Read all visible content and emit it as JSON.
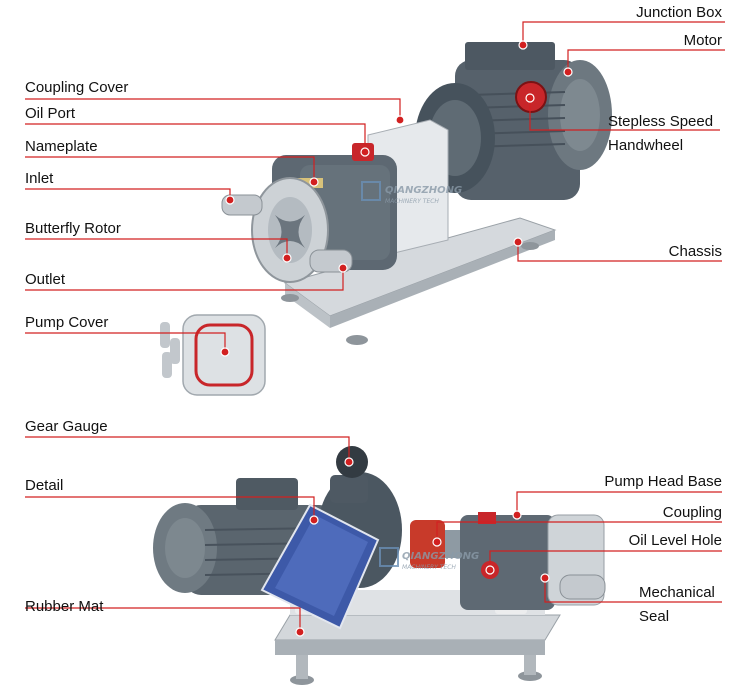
{
  "colors": {
    "leader_line": "#d22020",
    "marker": "#d22020",
    "text": "#111111",
    "motor": "#4a5560",
    "steel": "#c9ced3",
    "pump_body": "#5b6670"
  },
  "labels": {
    "junction_box": "Junction Box",
    "motor": "Motor",
    "coupling_cover": "Coupling Cover",
    "oil_port": "Oil Port",
    "stepless_speed": "Stepless Speed",
    "handwheel": "Handwheel",
    "nameplate": "Nameplate",
    "inlet": "Inlet",
    "butterfly_rotor": "Butterfly Rotor",
    "chassis": "Chassis",
    "outlet": "Outlet",
    "pump_cover": "Pump Cover",
    "gear_gauge": "Gear Gauge",
    "pump_head_base": "Pump Head Base",
    "detail": "Detail",
    "coupling": "Coupling",
    "oil_level_hole": "Oil Level Hole",
    "mechanical": "Mechanical",
    "seal": "Seal",
    "rubber_mat": "Rubber Mat"
  },
  "watermark": {
    "brand": "QIANGZHONG",
    "sub": "MACHINERY TECH"
  }
}
